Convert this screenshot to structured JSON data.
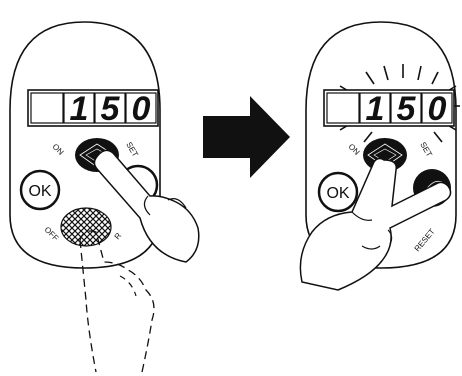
{
  "panel_left": {
    "display": {
      "digits": [
        "1",
        "5",
        "0"
      ]
    },
    "labels": {
      "on": "ON",
      "set": "SET",
      "off": "OFF",
      "ok": "OK"
    }
  },
  "panel_right": {
    "display": {
      "digits": [
        "1",
        "5",
        "0"
      ]
    },
    "labels": {
      "on": "ON",
      "set": "SET",
      "reset": "RESET",
      "ok": "OK"
    }
  },
  "icons": [
    "arrow-right-icon",
    "pointing-hand-icon",
    "two-finger-hand-icon",
    "blink-rays-icon"
  ]
}
